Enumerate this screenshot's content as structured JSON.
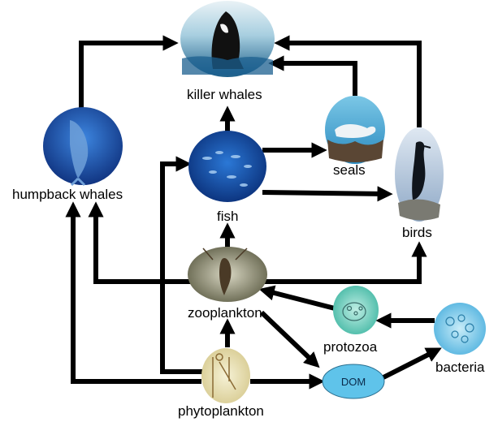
{
  "nodes": {
    "killer_whales": "killer whales",
    "humpback_whales": "humpback whales",
    "seals": "seals",
    "fish": "fish",
    "birds": "birds",
    "zooplankton": "zooplankton",
    "protozoa": "protozoa",
    "bacteria": "bacteria",
    "dom": "DOM",
    "phytoplankton": "phytoplankton"
  },
  "colors": {
    "arrow": "#000000",
    "dom_fill": "#5fc3ea",
    "water_dark": "#0d2e7a",
    "water_light": "#2a6fd0",
    "protozoa_fill": "#5cc7b4",
    "bacteria_fill": "#6fc6ea",
    "zooplankton_fill": "#7a7a5c",
    "phytoplankton_fill": "#e8e0b0"
  }
}
